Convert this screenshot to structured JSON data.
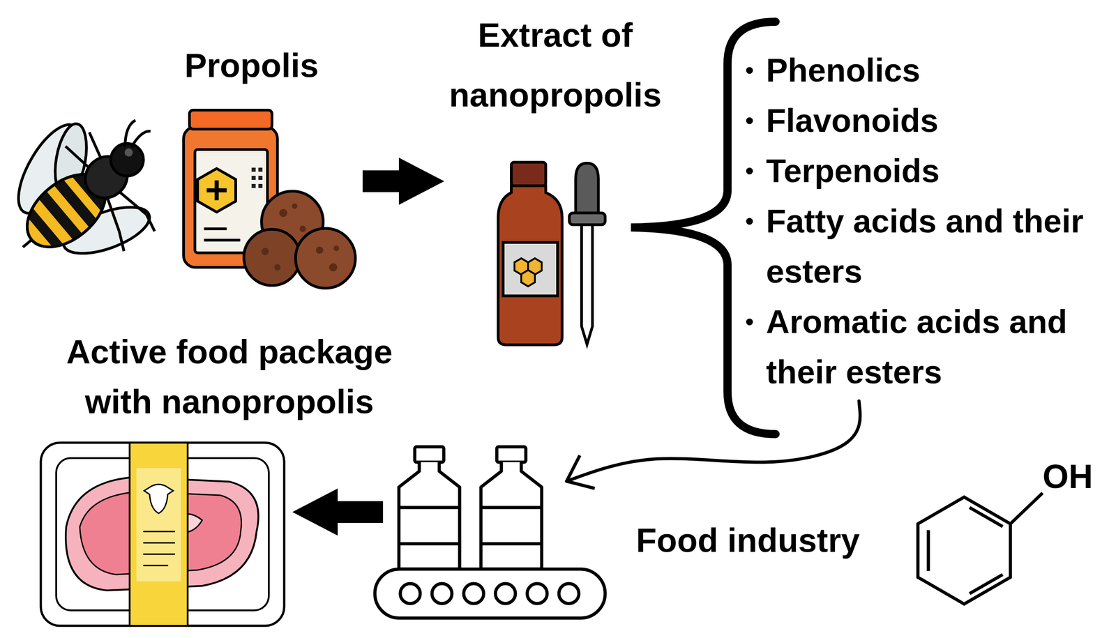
{
  "diagram": {
    "nodes": [
      {
        "text": [
          "Propolis"
        ]
      },
      {
        "text": [
          "Extract of nanopropolis"
        ]
      },
      {
        "text": [
          "Phenolics",
          "Flavonoids",
          "Terpenoids",
          "Fatty acids and their esters",
          "Aromatic acids and their esters"
        ]
      },
      {
        "text": [
          "Active food package with nanopropolis"
        ]
      },
      {
        "text": [
          "Food industry"
        ]
      }
    ],
    "edges": [
      {
        "from": 0,
        "to": 1,
        "arrow": "to"
      },
      {
        "from": 2,
        "to": 4,
        "arrow": "to"
      },
      {
        "from": 4,
        "to": 3,
        "arrow": "to"
      }
    ],
    "labels": [
      "OH"
    ]
  }
}
